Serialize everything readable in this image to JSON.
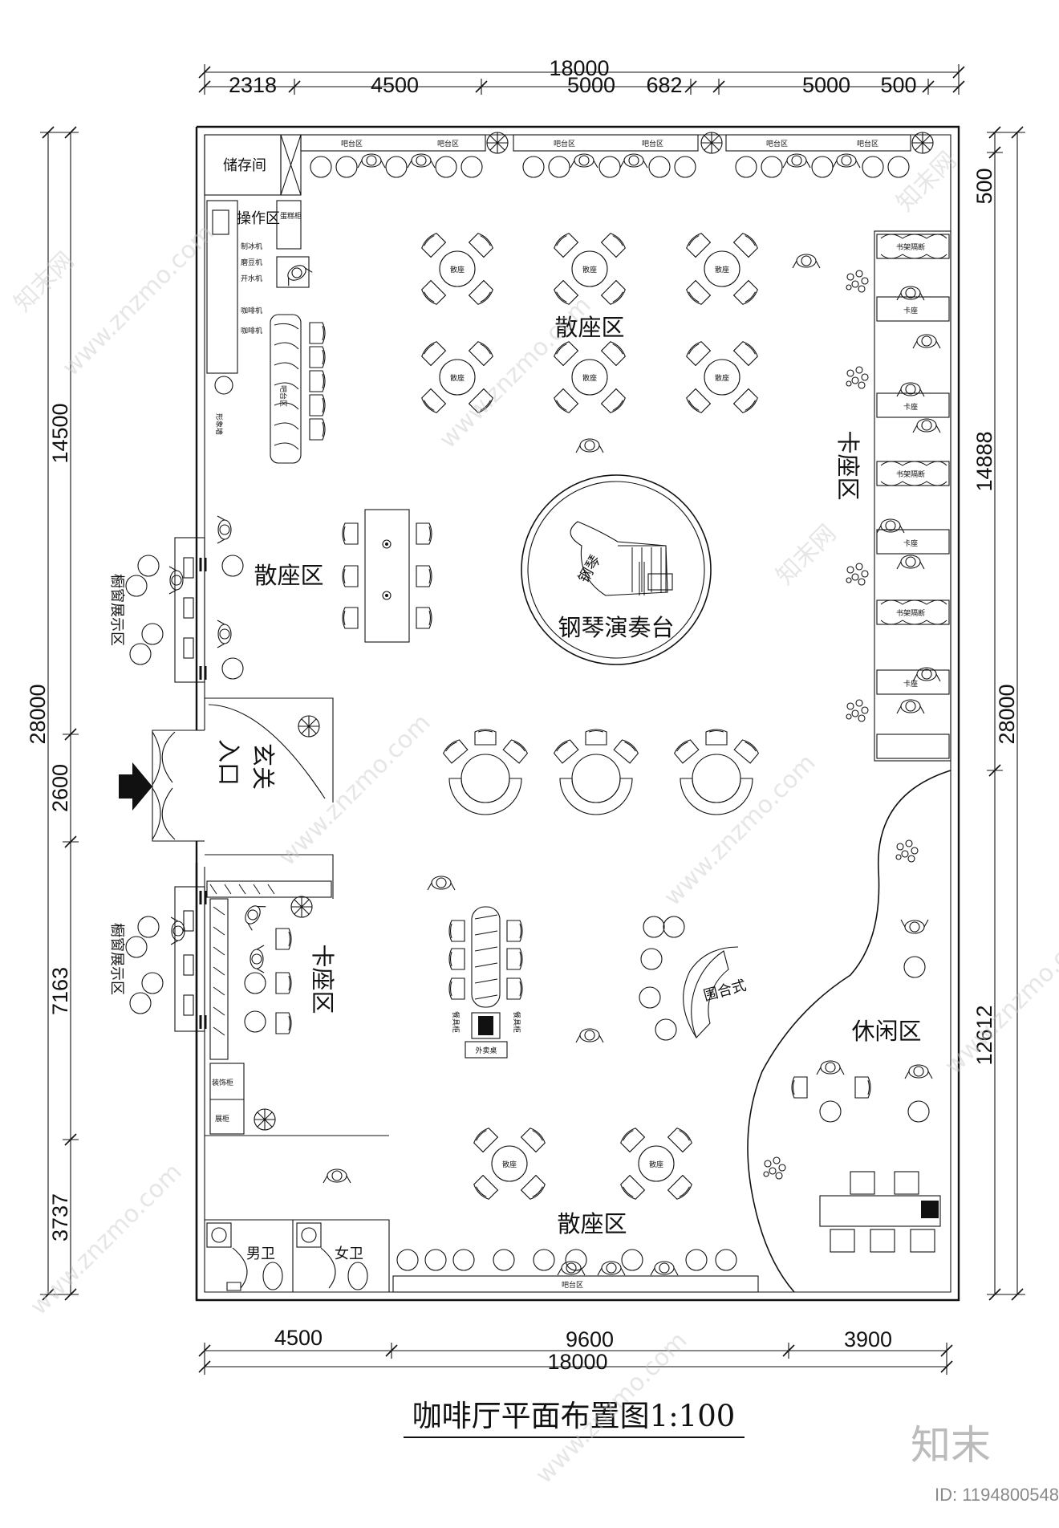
{
  "title": "咖啡厅平面布置图1:100",
  "dimensions": {
    "top_total": "18000",
    "top_segments": [
      "2318",
      "4500",
      "5000",
      "682",
      "5000",
      "500"
    ],
    "bottom_total": "18000",
    "bottom_segments": [
      "4500",
      "9600",
      "3900"
    ],
    "left_total": "28000",
    "left_segments": [
      "14500",
      "2600",
      "7163",
      "3737"
    ],
    "right_total": "28000",
    "right_segments": [
      "500",
      "14888",
      "12612"
    ]
  },
  "zones": {
    "storage": "储存间",
    "operation": "操作区",
    "bar_vertical": "吧台区",
    "image_wall": "形象墙",
    "scatter_top": "散座区",
    "scatter_left": "散座区",
    "scatter_bottom": "散座区",
    "piano_stage": "钢琴演奏台",
    "piano": "钢琴",
    "booth_right": "卡座区",
    "booth_left": "卡座区",
    "window_top": "橱窗展示区",
    "window_bottom": "橱窗展示区",
    "foyer": "玄关",
    "entrance": "入口",
    "surround": "围合式",
    "leisure": "休闲区",
    "men_wc": "男卫",
    "women_wc": "女卫",
    "takeout": "外卖桌",
    "tableware": "餐具柜",
    "decor_cabinet": "装饰柜",
    "display_cabinet": "展柜",
    "bar_counter": "吧台区",
    "table_label": "散座",
    "booth_seat": "卡座",
    "shelf_partition": "书架隔断",
    "equipment": [
      "制冰机",
      "磨豆机",
      "开水机",
      "咖啡机",
      "咖啡机"
    ],
    "top_cabinet": "蛋糕柜"
  },
  "watermark": {
    "site": "www.znzmo.com",
    "brand_cn": "知末网",
    "logo": "知末",
    "id": "ID: 1194800548"
  }
}
